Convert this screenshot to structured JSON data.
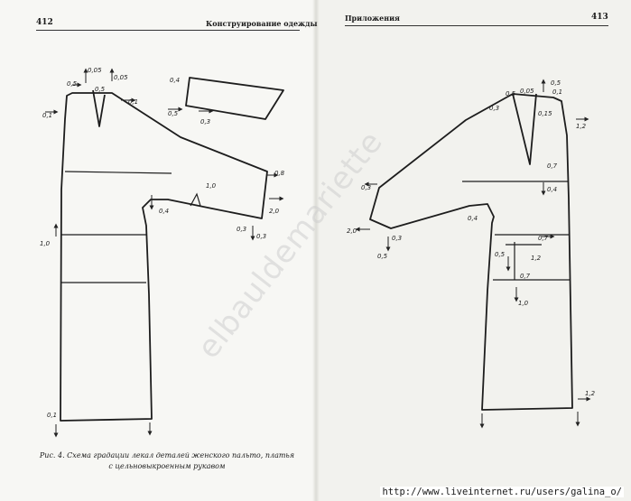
{
  "left_page": {
    "number": "412",
    "running_title": "Конструирование одежды",
    "caption_line1": "Рис. 4. Схема градации лекал деталей женского пальто, платья",
    "caption_line2": "с цельновыкроенным рукавом"
  },
  "right_page": {
    "number": "413",
    "running_title": "Приложения"
  },
  "watermark": "elbauldemariette",
  "url": "http://www.liveinternet.ru/users/galina_o/",
  "left_marks": {
    "m1": "0,5",
    "m2": "0,05",
    "m3": "0,1",
    "m4": "0,5",
    "m5": "0,05",
    "m6": "0,1",
    "m7": "0,4",
    "m8": "0,5",
    "m9": "0,3",
    "m10": "0,8",
    "m11": "1,0",
    "m12": "2,0",
    "m13": "0,4",
    "m14": "0,3",
    "m15": "0,3",
    "m16": "1,0",
    "m17": "0,1"
  },
  "right_marks": {
    "m1": "0,5",
    "m2": "0,1",
    "m3": "0,05",
    "m4": "0,5",
    "m5": "0,3",
    "m6": "0,15",
    "m7": "1,2",
    "m8": "0,3",
    "m9": "0,7",
    "m10": "0,4",
    "m11": "2,0",
    "m12": "0,3",
    "m13": "0,5",
    "m14": "0,4",
    "m15": "0,7",
    "m16": "0,5",
    "m17": "1,2",
    "m18": "0,7",
    "m19": "1,0",
    "m20": "1,2"
  }
}
